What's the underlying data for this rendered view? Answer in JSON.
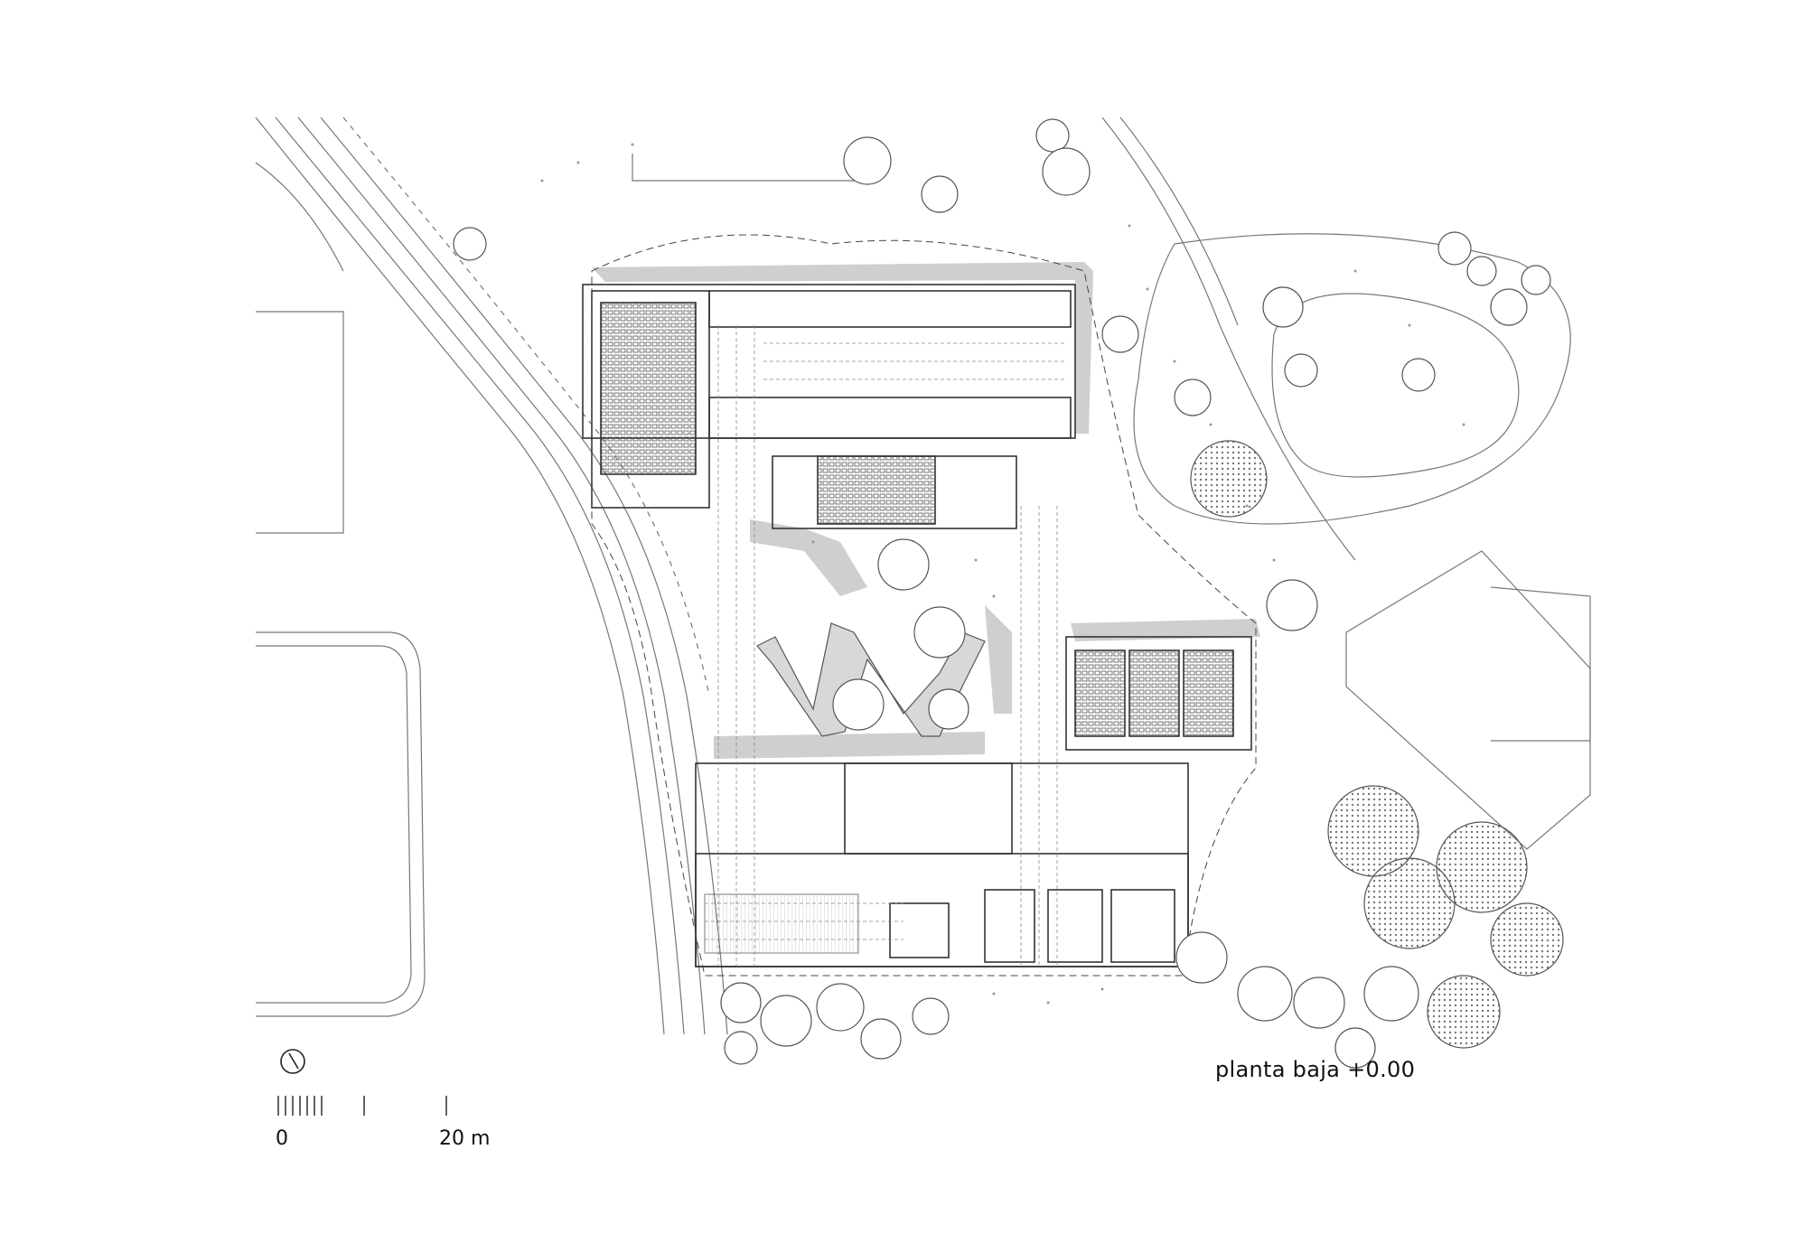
{
  "drawing": {
    "title": "planta baja +0.00",
    "scale_bar": {
      "start_label": "0",
      "end_label": "20 m"
    },
    "north_arrow_icon": "north-arrow-icon",
    "colors": {
      "line": "#4a4a4a",
      "fill_gray": "#c8c8c8",
      "tree": "#555555",
      "background": "#ffffff"
    }
  }
}
